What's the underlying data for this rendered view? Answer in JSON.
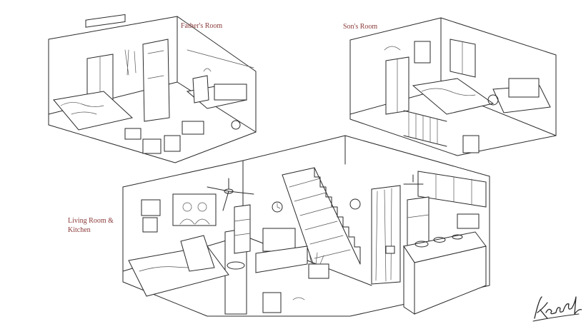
{
  "labels": {
    "father_room": "Father's Room",
    "son_room": "Son's Room",
    "living_room": "Living Room &\nKitchen"
  },
  "signature": "Kalpesh",
  "colors": {
    "label": "#8b3a3a",
    "ink": "#2a2a2a",
    "paper": "#ffffff"
  }
}
